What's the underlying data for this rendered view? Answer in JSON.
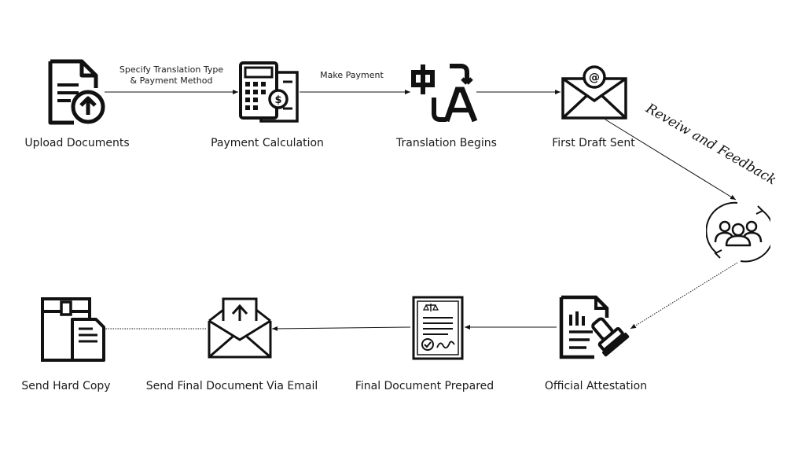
{
  "steps": {
    "upload": "Upload Documents",
    "payment_calc": "Payment Calculation",
    "translation": "Translation Begins",
    "first_draft": "First Draft Sent",
    "attestation": "Official Attestation",
    "final_prepared": "Final Document Prepared",
    "send_email": "Send Final Document Via Email",
    "hard_copy": "Send Hard Copy"
  },
  "edges": {
    "specify_line1": "Specify Translation Type",
    "specify_line2": "& Payment Method",
    "make_payment": "Make Payment",
    "review": "Reveiw and Feedback"
  },
  "icons": {
    "upload": "document-upload-icon",
    "payment_calc": "calculator-invoice-icon",
    "translation": "chinese-to-latin-translation-icon",
    "first_draft": "email-envelope-at-icon",
    "review": "team-cycle-icon",
    "attestation": "document-stamp-icon",
    "final_prepared": "certificate-document-icon",
    "send_email": "open-envelope-upload-icon",
    "hard_copy": "package-document-icon"
  },
  "colors": {
    "ink": "#111111",
    "background": "#ffffff"
  }
}
